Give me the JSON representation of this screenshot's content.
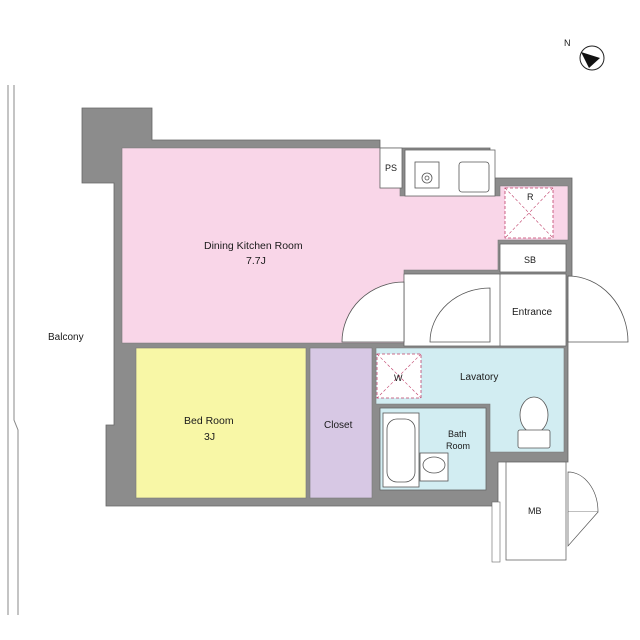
{
  "colors": {
    "wall": "#8c8c8c",
    "dining_kitchen": "#f9d6e8",
    "bed_room": "#f8f7a6",
    "closet": "#d7c8e4",
    "wet_area": "#d2edf2",
    "white": "#ffffff",
    "line": "#555555"
  },
  "compass": {
    "label": "N",
    "icon": "north-arrow-icon"
  },
  "rooms": {
    "dining_kitchen": {
      "name": "Dining Kitchen Room",
      "size": "7.7J"
    },
    "bed_room": {
      "name": "Bed Room",
      "size": "3J"
    },
    "closet": {
      "name": "Closet"
    },
    "lavatory": {
      "name": "Lavatory"
    },
    "bath_room": {
      "name_line1": "Bath",
      "name_line2": "Room"
    },
    "entrance": {
      "name": "Entrance"
    },
    "mb": {
      "name": "MB"
    },
    "sb": {
      "name": "SB"
    },
    "ps": {
      "name": "PS"
    },
    "balcony": {
      "name": "Balcony"
    }
  },
  "fixtures": {
    "refrigerator": "R",
    "washer": "W"
  }
}
